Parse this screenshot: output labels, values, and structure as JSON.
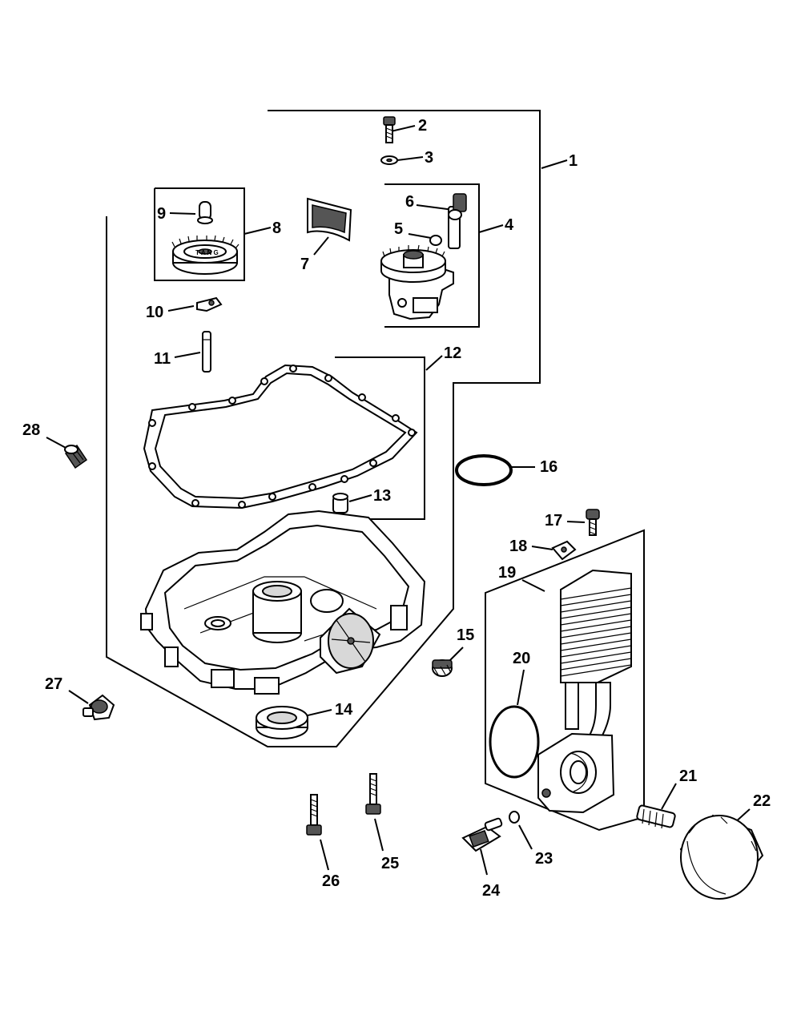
{
  "diagram": {
    "callouts": [
      {
        "id": "c1",
        "text": "1"
      },
      {
        "id": "c2",
        "text": "2"
      },
      {
        "id": "c3",
        "text": "3"
      },
      {
        "id": "c4",
        "text": "4"
      },
      {
        "id": "c5",
        "text": "5"
      },
      {
        "id": "c6",
        "text": "6"
      },
      {
        "id": "c7",
        "text": "7"
      },
      {
        "id": "c8",
        "text": "8"
      },
      {
        "id": "c9",
        "text": "9"
      },
      {
        "id": "c10",
        "text": "10"
      },
      {
        "id": "c11",
        "text": "11"
      },
      {
        "id": "c12",
        "text": "12"
      },
      {
        "id": "c13",
        "text": "13"
      },
      {
        "id": "c14",
        "text": "14"
      },
      {
        "id": "c15",
        "text": "15"
      },
      {
        "id": "c16",
        "text": "16"
      },
      {
        "id": "c17",
        "text": "17"
      },
      {
        "id": "c18",
        "text": "18"
      },
      {
        "id": "c19",
        "text": "19"
      },
      {
        "id": "c20",
        "text": "20"
      },
      {
        "id": "c21",
        "text": "21"
      },
      {
        "id": "c22",
        "text": "22"
      },
      {
        "id": "c23",
        "text": "23"
      },
      {
        "id": "c24",
        "text": "24"
      },
      {
        "id": "c25",
        "text": "25"
      },
      {
        "id": "c26",
        "text": "26"
      },
      {
        "id": "c27",
        "text": "27"
      },
      {
        "id": "c28",
        "text": "28"
      }
    ],
    "gear_marks": "T A N G",
    "colors": {
      "line": "#000000",
      "background": "#ffffff",
      "fill_dark": "#555555",
      "fill_grey": "#d8d8d8"
    }
  }
}
